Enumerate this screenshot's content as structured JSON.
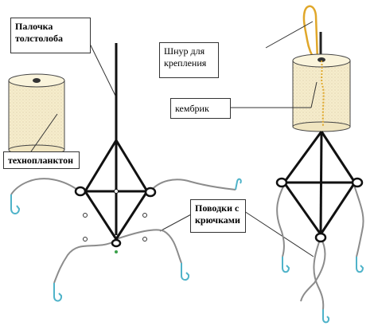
{
  "labels": {
    "stick": "Палочка толстолоба",
    "plankton": "технопланктон",
    "cord": "Шнур для крепления",
    "cambric": "кембрик",
    "leaders": "Поводки с крючками"
  },
  "colors": {
    "frame": "#111111",
    "line": "#8c8c8c",
    "hook": "#4fb3c9",
    "cord": "#e0a72a",
    "cylinder_fill": "#f5eccc",
    "cylinder_top": "#faf4dc",
    "leader_line": "#333333"
  }
}
